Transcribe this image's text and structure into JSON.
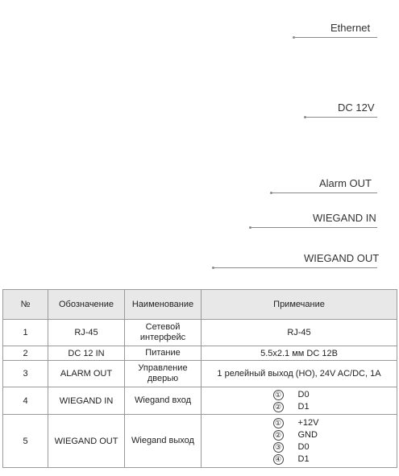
{
  "diagram": {
    "callouts": [
      "Ethernet",
      "DC 12V",
      "Alarm OUT",
      "WIEGAND IN",
      "WIEGAND OUT"
    ]
  },
  "table": {
    "headers": [
      "№",
      "Обозначение",
      "Наименование",
      "Примечание"
    ],
    "rows": [
      {
        "num": "1",
        "designation": "RJ-45",
        "name": [
          "Сетевой",
          "интерфейс"
        ],
        "note": "RJ-45"
      },
      {
        "num": "2",
        "designation": "DC 12 IN",
        "name": [
          "Питание"
        ],
        "note": "5.5x2.1 мм DC 12В"
      },
      {
        "num": "3",
        "designation": "ALARM OUT",
        "name": [
          "Управление",
          "дверью"
        ],
        "note": "1 релейный выход (НО), 24V AC/DC, 1A"
      },
      {
        "num": "4",
        "designation": "WIEGAND IN",
        "name": [
          "Wiegand вход"
        ],
        "pins": [
          {
            "n": "①",
            "label": "D0"
          },
          {
            "n": "②",
            "label": "D1"
          }
        ]
      },
      {
        "num": "5",
        "designation": "WIEGAND OUT",
        "name": [
          "Wiegand выход"
        ],
        "pins": [
          {
            "n": "①",
            "label": "+12V"
          },
          {
            "n": "②",
            "label": "GND"
          },
          {
            "n": "③",
            "label": "D0"
          },
          {
            "n": "④",
            "label": "D1"
          }
        ]
      }
    ]
  }
}
